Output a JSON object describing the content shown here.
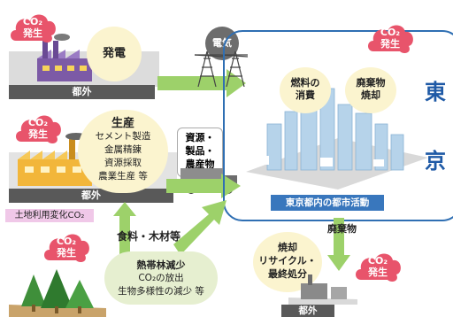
{
  "co2_cloud": {
    "line1": "CO₂",
    "line2": "発生"
  },
  "clouds": [
    {
      "id": "cloud-power"
    },
    {
      "id": "cloud-production"
    },
    {
      "id": "cloud-tokyo"
    },
    {
      "id": "cloud-forest"
    },
    {
      "id": "cloud-waste"
    }
  ],
  "power": {
    "bubble": "発電",
    "platform": "都外"
  },
  "electricity": {
    "label": "電気"
  },
  "production": {
    "title": "生産",
    "items": [
      "セメント製造",
      "金属精錬",
      "資源採取",
      "農業生産 等"
    ],
    "platform": "都外",
    "land_use": "土地利用変化CO₂"
  },
  "transport": {
    "label_lines": [
      "資源・",
      "製品・",
      "農産物"
    ]
  },
  "tokyo": {
    "title_chars": [
      "東",
      "京"
    ],
    "fuel": [
      "燃料の",
      "消費"
    ],
    "waste_burn": [
      "廃棄物",
      "焼却"
    ],
    "activity": "東京都内の都市活動"
  },
  "food": {
    "label": "食料・木材等"
  },
  "forest": {
    "lines": [
      "熱帯林減少",
      "CO₂の放出",
      "生物多様性の減少 等"
    ]
  },
  "waste": {
    "label": "廃棄物",
    "bubble": [
      "焼却",
      "リサイクル・",
      "最終処分"
    ],
    "platform": "都外"
  },
  "colors": {
    "cloud": "#e8546b",
    "arrow": "#9dd16a",
    "bubble": "#fbf4cf",
    "tokyo_border": "#2f6fb3",
    "tokyo_text": "#1f5aa6"
  }
}
